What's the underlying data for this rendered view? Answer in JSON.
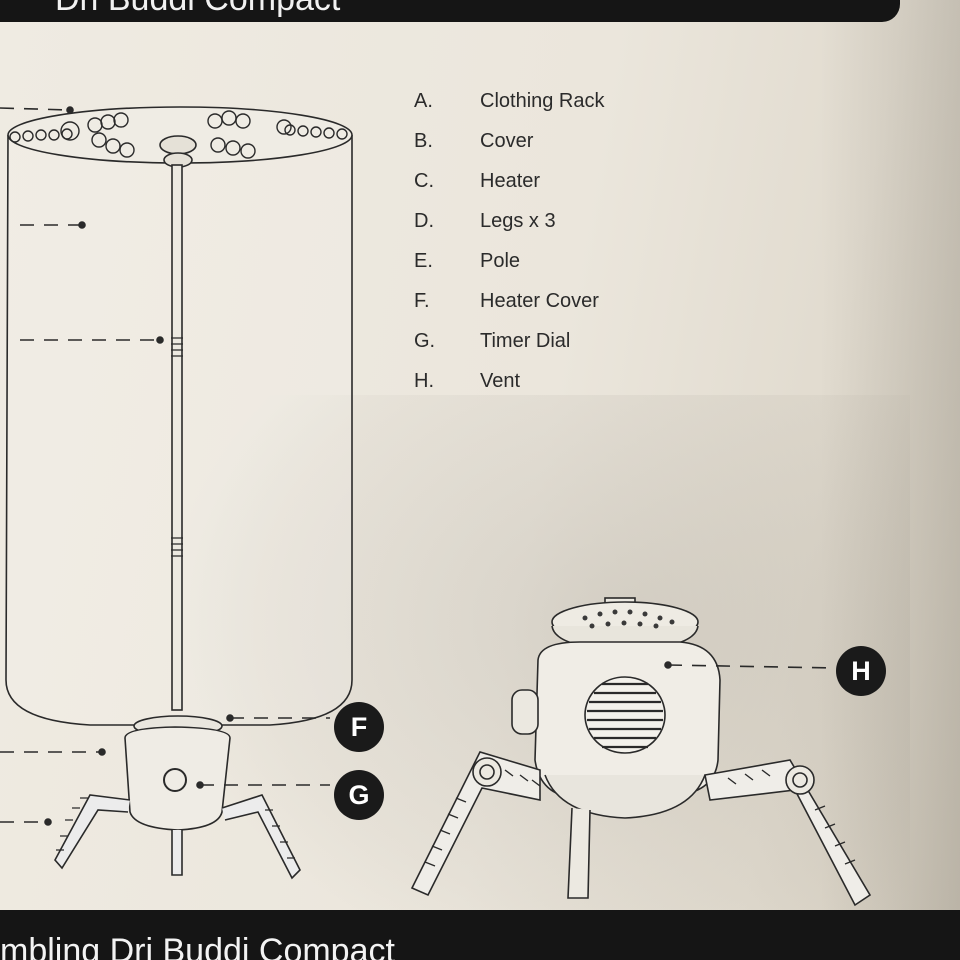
{
  "header": {
    "title": "Dri Buddi Compact"
  },
  "footer": {
    "title": "mbling Dri Buddi Compact"
  },
  "parts": [
    {
      "letter": "A.",
      "name": "Clothing Rack"
    },
    {
      "letter": "B.",
      "name": "Cover"
    },
    {
      "letter": "C.",
      "name": "Heater"
    },
    {
      "letter": "D.",
      "name": "Legs x 3"
    },
    {
      "letter": "E.",
      "name": "Pole"
    },
    {
      "letter": "F.",
      "name": "Heater Cover"
    },
    {
      "letter": "G.",
      "name": "Timer Dial"
    },
    {
      "letter": "H.",
      "name": "Vent"
    }
  ],
  "callouts": {
    "f": "F",
    "g": "G",
    "h": "H"
  }
}
